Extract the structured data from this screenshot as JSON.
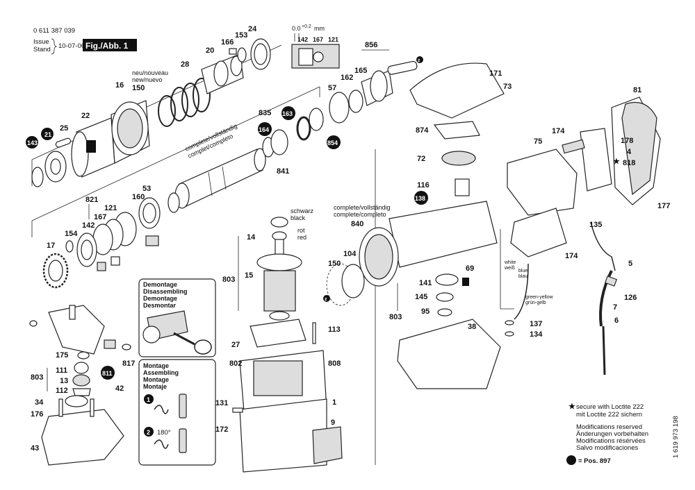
{
  "header": {
    "part_number": "0 611 387 039",
    "issue_label": "Issue",
    "stand_label": "Stand",
    "date": "10-07-06",
    "fig_label": "Fig./Abb. 1"
  },
  "tolerance": {
    "value": "0.0",
    "sup": "+0.2",
    "unit": "mm",
    "parts": [
      "142",
      "167",
      "121"
    ]
  },
  "callouts": {
    "17": "17",
    "154": "154",
    "142": "142",
    "167": "167",
    "121": "121",
    "821": "821",
    "160": "160",
    "53": "53",
    "143": "143",
    "21": "21",
    "25": "25",
    "22": "22",
    "16": "16",
    "150": "150",
    "28": "28",
    "20": "20",
    "166": "166",
    "153": "153",
    "24": "24",
    "835": "835",
    "164": "164",
    "163": "163",
    "841": "841",
    "854": "854",
    "57": "57",
    "162": "162",
    "165": "165",
    "856": "856",
    "171": "171",
    "73": "73",
    "874": "874",
    "72": "72",
    "116": "116",
    "138": "138",
    "840": "840",
    "104": "104",
    "69": "69",
    "141": "141",
    "145": "145",
    "95": "95",
    "803a": "803",
    "38": "38",
    "14": "14",
    "15": "15",
    "803b": "803",
    "27": "27",
    "113": "113",
    "802": "802",
    "808": "808",
    "131": "131",
    "1": "1",
    "172": "172",
    "9": "9",
    "174a": "174",
    "75": "75",
    "178": "178",
    "4": "4",
    "818": "818",
    "81": "81",
    "177": "177",
    "135": "135",
    "174b": "174",
    "5": "5",
    "126": "126",
    "7": "7",
    "6": "6",
    "137": "137",
    "134": "134",
    "175": "175",
    "111": "111",
    "13": "13",
    "112": "112",
    "803c": "803",
    "811": "811",
    "817": "817",
    "42": "42",
    "34": "34",
    "176": "176",
    "43": "43"
  },
  "labels": {
    "neu": [
      "neu/nouveau",
      "new/nuevo"
    ],
    "complete_top": [
      "complete/vollständig",
      "complet/completo"
    ],
    "complete_mid": [
      "complete/vollständig",
      "complete/completo"
    ],
    "schwarz": [
      "schwarz",
      "black"
    ],
    "rot": [
      "rot",
      "red"
    ],
    "white": [
      "white",
      "weiß"
    ],
    "blue": [
      "blue",
      "blau"
    ],
    "greenyellow": [
      "green-yellow",
      "grün-gelb"
    ],
    "z": "z"
  },
  "demontage": {
    "title": [
      "Demontage",
      "Disassembling",
      "Demontage",
      "Desmontar"
    ]
  },
  "montage": {
    "title": [
      "Montage",
      "Assembling",
      "Montage",
      "Montaje"
    ],
    "step1": "1",
    "step2": "2",
    "angle": "180°"
  },
  "notes": {
    "loctite": [
      "secure with Loctite 222",
      "mit Loctite 222 sichern"
    ],
    "modifications": [
      "Modifications reserved",
      "Änderungen vorbehalten",
      "Modifications résérvées",
      "Salvo modificaciones"
    ],
    "pos": "= Pos.  897",
    "doc_number": "1 619 973 198"
  }
}
